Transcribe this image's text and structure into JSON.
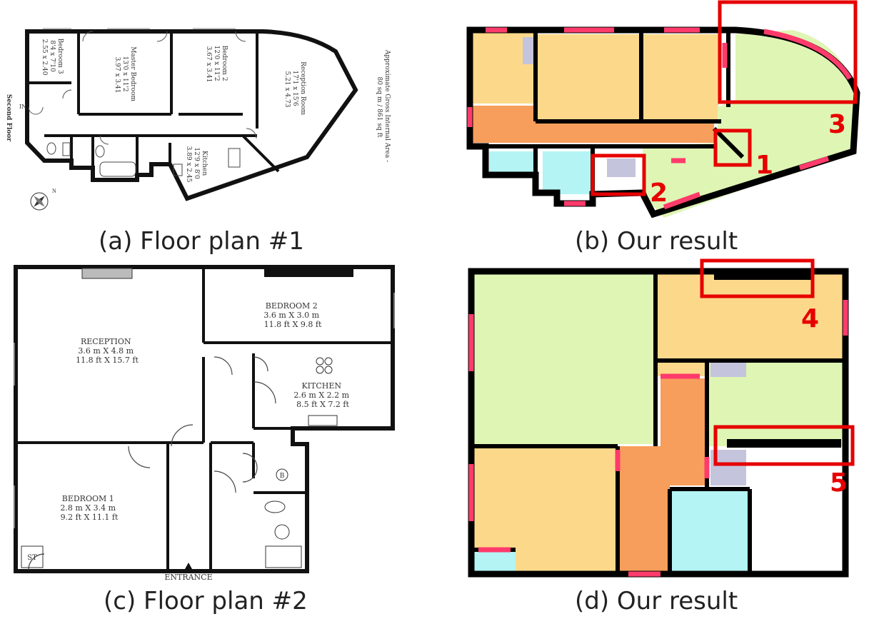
{
  "captions": {
    "a": "(a) Floor plan #1",
    "b": "(b) Our result",
    "c": "(c) Floor plan #2",
    "d": "(d) Our result"
  },
  "plan1": {
    "rooms": [
      {
        "name": "Bedroom 3",
        "dim1": "8'4 x 7'10",
        "dim2": "2.55 x 2.40"
      },
      {
        "name": "Master Bedroom",
        "dim1": "13'0 x 11'2",
        "dim2": "3.97 x 3.41"
      },
      {
        "name": "Bedroom 2",
        "dim1": "12'0 x 11'2",
        "dim2": "3.67 x 3.41"
      },
      {
        "name": "Reception Room",
        "dim1": "17'1 x 15'6",
        "dim2": "5.21 x 4.73"
      },
      {
        "name": "Kitchen",
        "dim1": "12'9 x 8'0",
        "dim2": "3.89 x 2.45"
      }
    ],
    "floor_label": "Second Floor",
    "area_label_1": "Approximate Gross Internal Area -",
    "area_label_2": "80 sq m / 861 sq ft",
    "compass": "N",
    "entry": "IN"
  },
  "plan2": {
    "reception": {
      "name": "RECEPTION",
      "dim1": "3.6 m X 4.8 m",
      "dim2": "11.8 ft X 15.7 ft"
    },
    "bedroom2": {
      "name": "BEDROOM 2",
      "dim1": "3.6 m X 3.0 m",
      "dim2": "11.8 ft X 9.8 ft"
    },
    "kitchen": {
      "name": "KITCHEN",
      "dim1": "2.6 m X 2.2 m",
      "dim2": "8.5 ft X 7.2 ft"
    },
    "bedroom1": {
      "name": "BEDROOM 1",
      "dim1": "2.8 m X 3.4 m",
      "dim2": "9.2 ft X 11.1 ft"
    },
    "st": "ST",
    "boiler": "B",
    "entrance": "ENTRANCE"
  },
  "markers": [
    "1",
    "2",
    "3",
    "4",
    "5"
  ],
  "colors": {
    "wall": "#000000",
    "opening": "#ff3b6b",
    "bedroom": "#fcd98a",
    "hall": "#f79e5c",
    "living": "#dff5b4",
    "bath": "#b4f4f4",
    "closet": "#c4c4dc",
    "highlight": "#e60000"
  }
}
